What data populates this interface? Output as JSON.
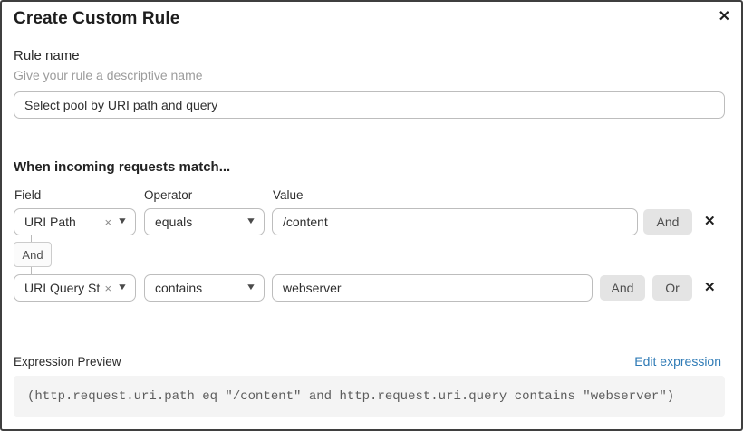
{
  "dialog": {
    "title": "Create Custom Rule"
  },
  "icons": {
    "close": "✕",
    "clear": "×",
    "caret_down": "▼",
    "remove_row": "✕"
  },
  "rule_name": {
    "label": "Rule name",
    "helper": "Give your rule a descriptive name",
    "value": "Select pool by URI path and query"
  },
  "match_section": {
    "heading": "When incoming requests match...",
    "columns": {
      "field": "Field",
      "operator": "Operator",
      "value": "Value"
    },
    "connector_label": "And",
    "rows": [
      {
        "field": "URI Path",
        "operator": "equals",
        "value": "/content",
        "and_label": "And"
      },
      {
        "field": "URI Query St...",
        "operator": "contains",
        "value": "webserver",
        "and_label": "And",
        "or_label": "Or"
      }
    ]
  },
  "expression_preview": {
    "label": "Expression Preview",
    "edit_link": "Edit expression",
    "expression": "(http.request.uri.path eq \"/content\" and http.request.uri.query contains \"webserver\")"
  },
  "colors": {
    "link_blue": "#2f7bb6",
    "button_gray": "#e4e4e4",
    "code_background": "#f4f4f4",
    "border_gray": "#bdbdbd"
  }
}
